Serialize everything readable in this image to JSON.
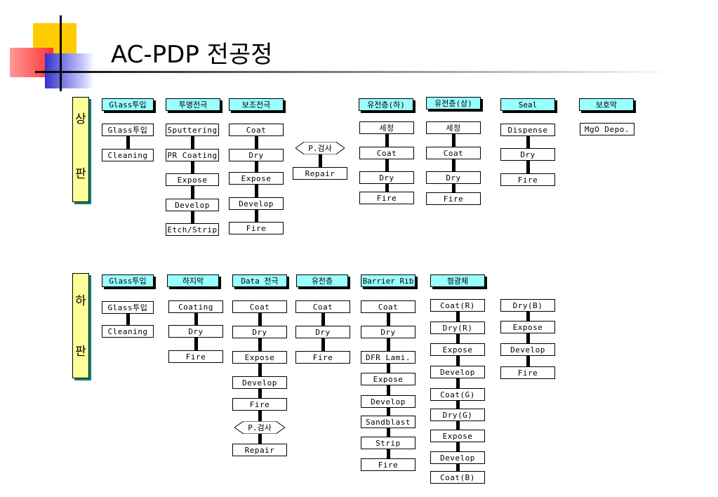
{
  "title": "AC-PDP 전공정",
  "colors": {
    "header_fill": "#99ffff",
    "side_fill": "#ffff99",
    "side_shadow": "#008080",
    "deco_yellow": "#ffcc00",
    "deco_red": "#ff3333",
    "deco_blue": "#3333cc"
  },
  "upper": {
    "label_top": "상",
    "label_bottom": "판",
    "headers": [
      "Glass투입",
      "투명전극",
      "보조전극",
      "유전층(하)",
      "유전층(상)",
      "Seal",
      "보호막"
    ],
    "steps": {
      "glass": [
        "Glass투입",
        "Cleaning"
      ],
      "ito": [
        "Sputtering",
        "PR Coating",
        "Expose",
        "Develop",
        "Etch/Strip"
      ],
      "bus": [
        "Coat",
        "Dry",
        "Expose",
        "Develop",
        "Fire"
      ],
      "inspect": "P.검사",
      "repair": "Repair",
      "diel_low": [
        "세정",
        "Coat",
        "Dry",
        "Fire"
      ],
      "diel_up": [
        "세정",
        "Coat",
        "Dry",
        "Fire"
      ],
      "seal": [
        "Dispense",
        "Dry",
        "Fire"
      ],
      "protect": [
        "MgO Depo."
      ]
    }
  },
  "lower": {
    "label_top": "하",
    "label_bottom": "판",
    "headers": [
      "Glass투입",
      "하지막",
      "Data 전극",
      "유전층",
      "Barrier Rib",
      "형광체"
    ],
    "steps": {
      "glass": [
        "Glass투입",
        "Cleaning"
      ],
      "under": [
        "Coating",
        "Dry",
        "Fire"
      ],
      "data": [
        "Coat",
        "Dry",
        "Expose",
        "Develop",
        "Fire"
      ],
      "inspect": "P.검사",
      "repair": "Repair",
      "diel": [
        "Coat",
        "Dry",
        "Fire"
      ],
      "rib": [
        "Coat",
        "Dry",
        "DFR Lami.",
        "Expose",
        "Develop",
        "Sandblast",
        "Strip",
        "Fire"
      ],
      "phos1": [
        "Coat(R)",
        "Dry(R)",
        "Expose",
        "Develop",
        "Coat(G)",
        "Dry(G)",
        "Expose",
        "Develop",
        "Coat(B)"
      ],
      "phos2": [
        "Dry(B)",
        "Expose",
        "Develop",
        "Fire"
      ]
    }
  }
}
